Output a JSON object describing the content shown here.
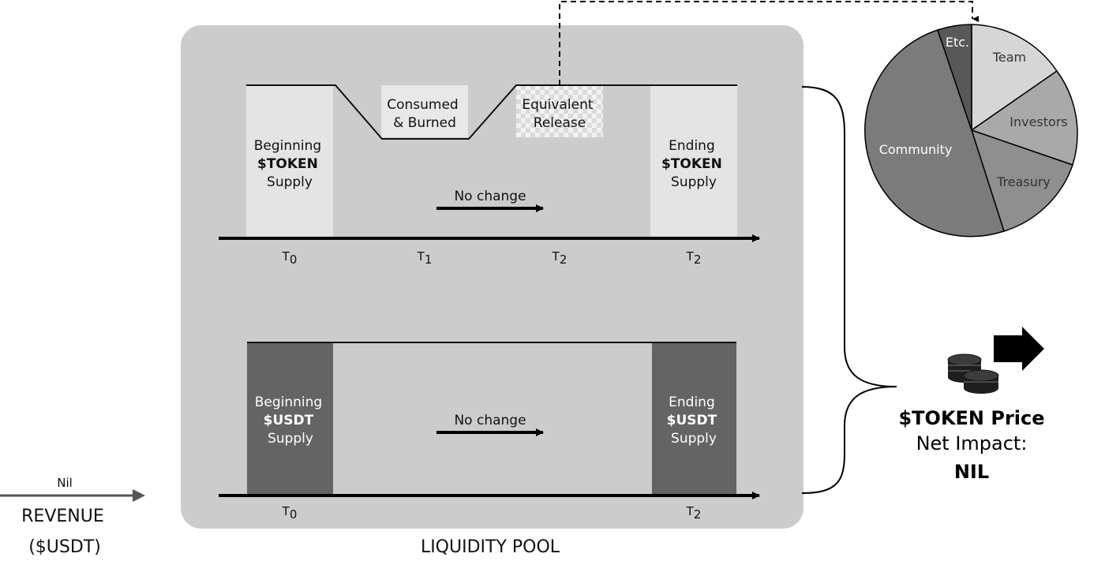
{
  "revenue": {
    "arrow_label": "Nil",
    "title_line1": "REVENUE",
    "title_line2": "($USDT)"
  },
  "pool": {
    "title": "LIQUIDITY POOL"
  },
  "token_panel": {
    "begin": {
      "line1": "Beginning",
      "line2": "$TOKEN",
      "line3": "Supply"
    },
    "consumed": {
      "line1": "Consumed",
      "line2": "& Burned"
    },
    "release": {
      "line1": "Equivalent",
      "line2": "Release"
    },
    "end": {
      "line1": "Ending",
      "line2": "$TOKEN",
      "line3": "Supply"
    },
    "arrow_label": "No change",
    "ticks": [
      {
        "base": "T",
        "sub": "0"
      },
      {
        "base": "T",
        "sub": "1"
      },
      {
        "base": "T",
        "sub": "2"
      },
      {
        "base": "T",
        "sub": "2"
      }
    ]
  },
  "usdt_panel": {
    "begin": {
      "line1": "Beginning",
      "line2": "$USDT",
      "line3": "Supply"
    },
    "end": {
      "line1": "Ending",
      "line2": "$USDT",
      "line3": "Supply"
    },
    "arrow_label": "No change",
    "ticks": [
      {
        "base": "T",
        "sub": "0"
      },
      {
        "base": "T",
        "sub": "2"
      }
    ]
  },
  "pie": {
    "slices": [
      {
        "label": "Team",
        "color": "#d6d6d6"
      },
      {
        "label": "Investors",
        "color": "#a9a9a9"
      },
      {
        "label": "Treasury",
        "color": "#8f8f8f"
      },
      {
        "label": "Community",
        "color": "#7b7b7b"
      },
      {
        "label": "Etc.",
        "color": "#585858"
      }
    ]
  },
  "impact": {
    "line1": "$TOKEN Price",
    "line2": "Net Impact:",
    "line3": "NIL"
  },
  "icons": [
    "coins-icon",
    "right-arrow-icon"
  ],
  "colors": {
    "pool_bg": "#cccccc",
    "supply_light": "#e4e4e4",
    "supply_dark": "#646464"
  }
}
